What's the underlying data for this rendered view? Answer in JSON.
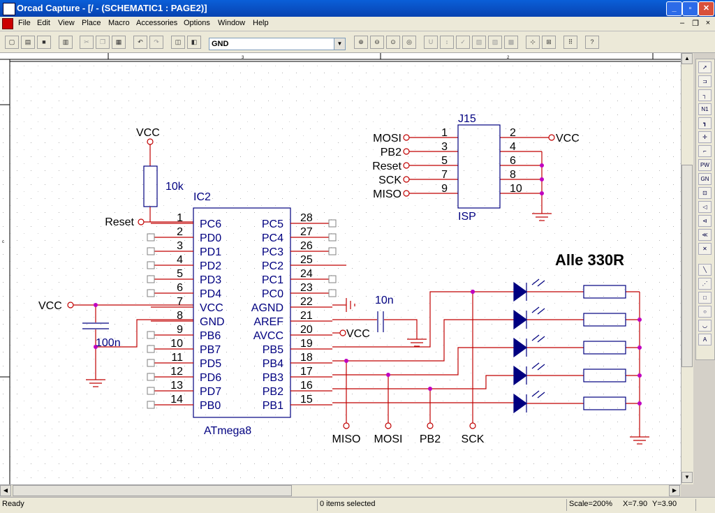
{
  "window": {
    "title": "Orcad Capture - [/ - (SCHEMATIC1 : PAGE2)]"
  },
  "menu": [
    "File",
    "Edit",
    "View",
    "Place",
    "Macro",
    "Accessories",
    "Options",
    "Window",
    "Help"
  ],
  "toolbar": {
    "part_combo_value": "GND"
  },
  "ruler": {
    "col_3": "3",
    "col_2": "2",
    "row_c": "c"
  },
  "schematic": {
    "ic": {
      "refdes": "IC2",
      "part": "ATmega8",
      "left_pins": [
        {
          "num": "1",
          "name": "PC6"
        },
        {
          "num": "2",
          "name": "PD0"
        },
        {
          "num": "3",
          "name": "PD1"
        },
        {
          "num": "4",
          "name": "PD2"
        },
        {
          "num": "5",
          "name": "PD3"
        },
        {
          "num": "6",
          "name": "PD4"
        },
        {
          "num": "7",
          "name": "VCC"
        },
        {
          "num": "8",
          "name": "GND"
        },
        {
          "num": "9",
          "name": "PB6"
        },
        {
          "num": "10",
          "name": "PB7"
        },
        {
          "num": "11",
          "name": "PD5"
        },
        {
          "num": "12",
          "name": "PD6"
        },
        {
          "num": "13",
          "name": "PD7"
        },
        {
          "num": "14",
          "name": "PB0"
        }
      ],
      "right_pins": [
        {
          "num": "28",
          "name": "PC5"
        },
        {
          "num": "27",
          "name": "PC4"
        },
        {
          "num": "26",
          "name": "PC3"
        },
        {
          "num": "25",
          "name": "PC2"
        },
        {
          "num": "24",
          "name": "PC1"
        },
        {
          "num": "23",
          "name": "PC0"
        },
        {
          "num": "22",
          "name": "AGND"
        },
        {
          "num": "21",
          "name": "AREF"
        },
        {
          "num": "20",
          "name": "AVCC"
        },
        {
          "num": "19",
          "name": "PB5"
        },
        {
          "num": "18",
          "name": "PB4"
        },
        {
          "num": "17",
          "name": "PB3"
        },
        {
          "num": "16",
          "name": "PB2"
        },
        {
          "num": "15",
          "name": "PB1"
        }
      ]
    },
    "connector": {
      "refdes": "J15",
      "name": "ISP",
      "left_pins": [
        "1",
        "3",
        "5",
        "7",
        "9"
      ],
      "right_pins": [
        "2",
        "4",
        "6",
        "8",
        "10"
      ],
      "left_nets": [
        "MOSI",
        "PB2",
        "Reset",
        "SCK",
        "MISO"
      ],
      "right_net": "VCC"
    },
    "labels": {
      "vcc_top": "VCC",
      "resistor_value": "10k",
      "reset": "Reset",
      "vcc_left": "VCC",
      "cap_100n": "100n",
      "cap_10n": "10n",
      "avcc_vcc": "VCC",
      "alle": "Alle 330R",
      "bottom_nets": [
        "MISO",
        "MOSI",
        "PB2",
        "SCK"
      ]
    }
  },
  "status": {
    "ready": "Ready",
    "selection": "0 items selected",
    "scale": "Scale=200%",
    "x": "X=7.90",
    "y": "Y=3.90"
  },
  "colors": {
    "wire": "#c00000",
    "part": "#000080",
    "net_text": "#000000"
  }
}
